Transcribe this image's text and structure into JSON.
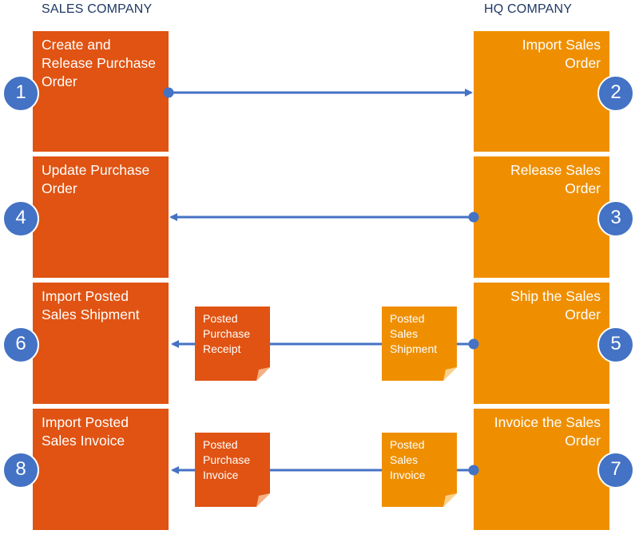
{
  "headers": {
    "sales_company": "SALES COMPANY",
    "hq_company": "HQ COMPANY"
  },
  "colors": {
    "sales_box": "#e05312",
    "hq_box": "#ef8f00",
    "connector": "#4472c4",
    "number_circle": "#4472c4",
    "circle_border": "#ffffff",
    "header_text": "#1f3864"
  },
  "steps": [
    {
      "number": "1",
      "side": "sales",
      "label": "Create and\nRelease Purchase\nOrder"
    },
    {
      "number": "2",
      "side": "hq",
      "label": "Import Sales\nOrder"
    },
    {
      "number": "3",
      "side": "hq",
      "label": "Release Sales\nOrder"
    },
    {
      "number": "4",
      "side": "sales",
      "label": "Update Purchase\nOrder"
    },
    {
      "number": "5",
      "side": "hq",
      "label": "Ship the Sales\nOrder"
    },
    {
      "number": "6",
      "side": "sales",
      "label": "Import Posted\nSales Shipment"
    },
    {
      "number": "7",
      "side": "hq",
      "label": "Invoice the Sales\nOrder"
    },
    {
      "number": "8",
      "side": "sales",
      "label": "Import Posted\nSales Invoice"
    }
  ],
  "documents": [
    {
      "row": 3,
      "side": "sales",
      "label": "Posted\nPurchase\nReceipt"
    },
    {
      "row": 3,
      "side": "hq",
      "label": "Posted\nSales\nShipment"
    },
    {
      "row": 4,
      "side": "sales",
      "label": "Posted\nPurchase\nInvoice"
    },
    {
      "row": 4,
      "side": "hq",
      "label": "Posted\nSales\nInvoice"
    }
  ],
  "flows": [
    {
      "row": 1,
      "direction": "sales-to-hq"
    },
    {
      "row": 2,
      "direction": "hq-to-sales"
    },
    {
      "row": 3,
      "direction": "hq-to-sales"
    },
    {
      "row": 4,
      "direction": "hq-to-sales"
    }
  ]
}
